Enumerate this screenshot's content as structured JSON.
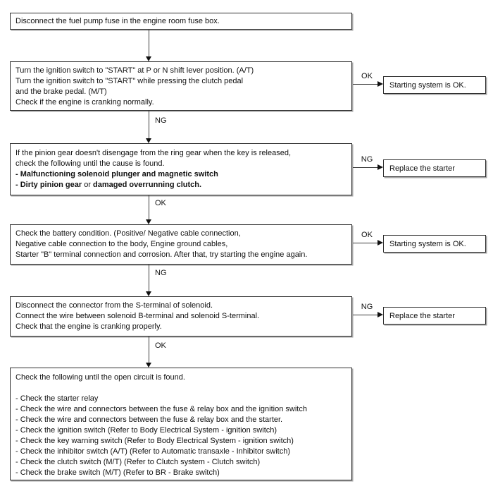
{
  "flow": {
    "steps": [
      {
        "lines": [
          "Disconnect the fuel pump fuse in the engine room fuse box."
        ]
      },
      {
        "lines": [
          "Turn the ignition switch to \"START\" at P or N shift lever position. (A/T)",
          "Turn the ignition switch to \"START\" while pressing the clutch pedal",
          "and the brake pedal. (M/T)",
          "Check if the engine is cranking normally."
        ]
      },
      {
        "lines": [
          "If the pinion gear doesn't disengage from the ring gear when the key is released,",
          "check the following until the cause is found."
        ],
        "bold_line": "- Malfunctioning solenoid plunger and magnetic switch",
        "mixed": {
          "bold_a": "- Dirty pinion gear",
          "plain": "or",
          "bold_b": "damaged overrunning clutch."
        }
      },
      {
        "lines": [
          "Check the battery condition. (Positive/ Negative cable connection,",
          "Negative cable connection to the body, Engine ground cables,",
          "Starter \"B\" terminal connection and corrosion. After that, try starting the engine again."
        ]
      },
      {
        "lines": [
          "Disconnect the connector from the S-terminal of solenoid.",
          "Connect the wire between solenoid B-terminal and solenoid S-terminal.",
          "Check that the engine is cranking properly."
        ]
      },
      {
        "lines": [
          "Check the following until the open circuit is found.",
          "",
          "- Check the starter relay",
          "- Check the wire and connectors between the fuse & relay box and the ignition switch",
          "- Check the wire and connectors between the fuse & relay box and the starter.",
          "- Check the ignition switch (Refer to Body Electrical System - ignition switch)",
          "- Check the key warning switch (Refer to Body Electrical System - ignition switch)",
          "- Check the inhibitor switch (A/T) (Refer to Automatic transaxle - Inhibitor switch)",
          "- Check the clutch switch (M/T) (Refer to Clutch system - Clutch switch)",
          "- Check the brake switch (M/T) (Refer to BR - Brake switch)"
        ]
      }
    ],
    "down_labels": [
      "NG",
      "OK",
      "NG",
      "OK"
    ],
    "branches": [
      {
        "label": "OK",
        "result": "Starting system is OK."
      },
      {
        "label": "NG",
        "result": "Replace the starter"
      },
      {
        "label": "OK",
        "result": "Starting system is OK."
      },
      {
        "label": "NG",
        "result": "Replace the starter"
      }
    ],
    "colors": {
      "background": "#ffffff",
      "border": "#2e2e2e",
      "text": "#111111",
      "shadow": "#a4a4a4"
    }
  }
}
